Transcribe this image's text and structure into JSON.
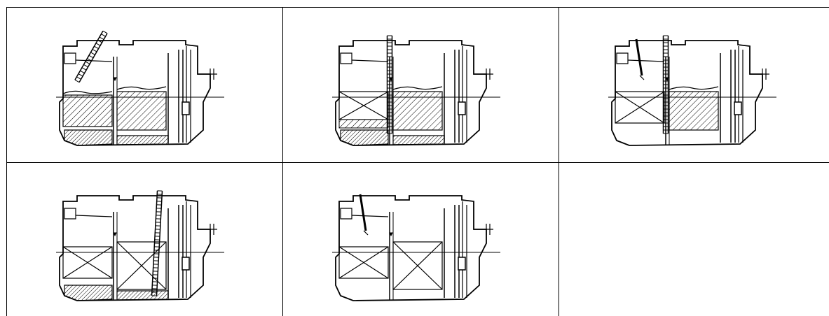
{
  "figure": {
    "panels": [
      {
        "id": "1",
        "stage": "sludge-and-scum-full",
        "has_ladder": true,
        "ladder_position": "left-chamber-inlet",
        "has_probe": false,
        "left_chamber": "filled",
        "right_chamber": "filled",
        "bottom_sludge": true
      },
      {
        "id": "2",
        "stage": "ladder-center",
        "has_ladder": true,
        "ladder_position": "center",
        "has_probe": false,
        "left_chamber": "partially-emptied",
        "right_chamber": "filled",
        "bottom_sludge": true
      },
      {
        "id": "3",
        "stage": "probe-and-ladder",
        "has_ladder": true,
        "ladder_position": "center",
        "has_probe": true,
        "left_chamber": "empty",
        "right_chamber": "filled",
        "bottom_sludge": false
      },
      {
        "id": "4",
        "stage": "ladder-right",
        "has_ladder": true,
        "ladder_position": "right-chamber-outlet",
        "has_probe": false,
        "left_chamber": "empty",
        "right_chamber": "empty",
        "bottom_sludge": true
      },
      {
        "id": "5",
        "stage": "probe-only",
        "has_ladder": false,
        "has_probe": true,
        "left_chamber": "empty",
        "right_chamber": "empty",
        "bottom_sludge": false
      },
      {
        "id": "6",
        "stage": "blank"
      }
    ],
    "colors": {
      "line": "#000000",
      "background": "#ffffff"
    }
  }
}
